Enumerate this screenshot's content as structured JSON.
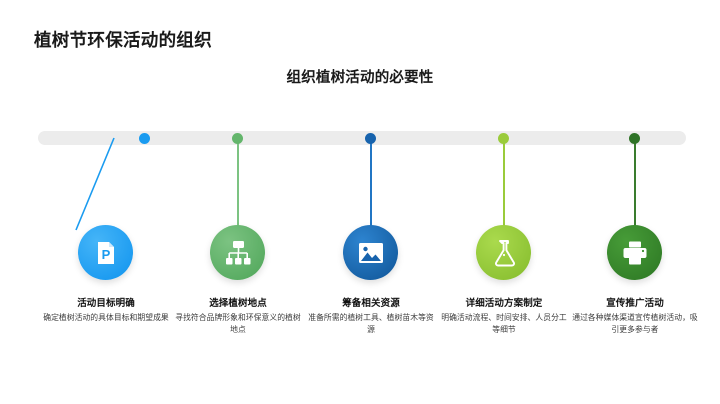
{
  "slide": {
    "title": "植树节环保活动的组织",
    "subtitle": "组织植树活动的必要性",
    "background_color": "#ffffff",
    "track_color": "#ececec"
  },
  "nodes": [
    {
      "label": "活动目标明确",
      "description": "确定植树活动的具体目标和期望成果",
      "icon": "file-p-icon",
      "color": "#1a9bf0",
      "color_light": "#45b5f8",
      "connector": "diagonal"
    },
    {
      "label": "选择植树地点",
      "description": "寻找符合品牌形象和环保意义的植树地点",
      "icon": "sitemap-icon",
      "color": "#63b56b",
      "color_light": "#7cc382",
      "connector": "vertical"
    },
    {
      "label": "筹备相关资源",
      "description": "准备所需的植树工具、植树苗木等资源",
      "icon": "image-icon",
      "color": "#1763ad",
      "color_light": "#2176c4",
      "connector": "vertical"
    },
    {
      "label": "详细活动方案制定",
      "description": "明确活动流程、时间安排、人员分工等细节",
      "icon": "flask-icon",
      "color": "#9acb3b",
      "color_light": "#aad84c",
      "connector": "vertical"
    },
    {
      "label": "宣传推广活动",
      "description": "通过各种媒体渠道宣传植树活动，吸引更多参与者",
      "icon": "printer-icon",
      "color": "#3a8c2e",
      "color_light": "#479c38",
      "connector": "vertical"
    }
  ]
}
